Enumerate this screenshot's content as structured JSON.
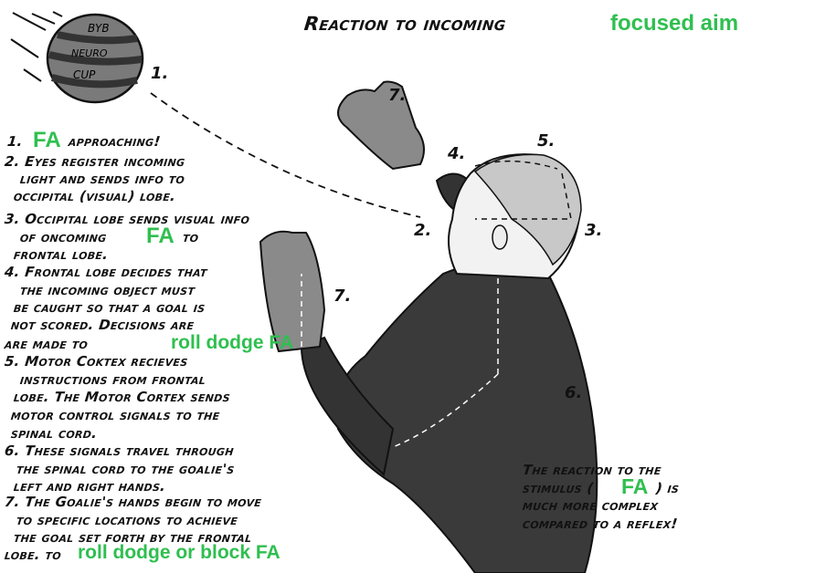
{
  "title": {
    "text": "Reaction to incoming",
    "highlight": "focused aim"
  },
  "ball_logo": [
    "BYB",
    "NEURO",
    "CUP"
  ],
  "figure_labels": [
    "1.",
    "7.",
    "4.",
    "5.",
    "2.",
    "3.",
    "7.",
    "6."
  ],
  "steps": {
    "s1": {
      "prefix": "1.",
      "highlight": "FA",
      "text": "approaching!"
    },
    "s2": [
      "2. Eyes register incoming",
      "light and sends info to",
      "occipital (visual) lobe."
    ],
    "s3": {
      "line1": "3. Occipital lobe sends visual info",
      "line2a": "of oncoming",
      "highlight": "FA",
      "line2b": "to",
      "line3": "frontal lobe."
    },
    "s4": {
      "lines": [
        "4. Frontal lobe decides that",
        "the incoming object must",
        "be caught so that a goal is",
        "not scored. Decisions are",
        "are made to"
      ],
      "highlight": "roll dodge FA"
    },
    "s5": [
      "5. Motor Coktex recieves",
      "instructions from frontal",
      "lobe. The Motor Cortex sends",
      "motor control signals to the",
      "spinal cord."
    ],
    "s6": [
      "6. These signals travel through",
      "the spinal cord to the goalie's",
      "left and right hands."
    ],
    "s7": {
      "lines": [
        "7. The Goalie's hands begin to move",
        "to specific locations to achieve",
        "the goal set forth by the frontal",
        "lobe. to"
      ],
      "highlight": "roll dodge or block FA"
    }
  },
  "note": {
    "line1": "The reaction to the",
    "line2a": "stimulus (",
    "highlight": "FA",
    "line2b": ") is",
    "line3": "much more complex",
    "line4": "compared to a reflex!"
  },
  "colors": {
    "highlight": "#2fbf4f",
    "ball": "#777777",
    "sweater": "#3a3a3a",
    "glove": "#8a8a8a"
  }
}
